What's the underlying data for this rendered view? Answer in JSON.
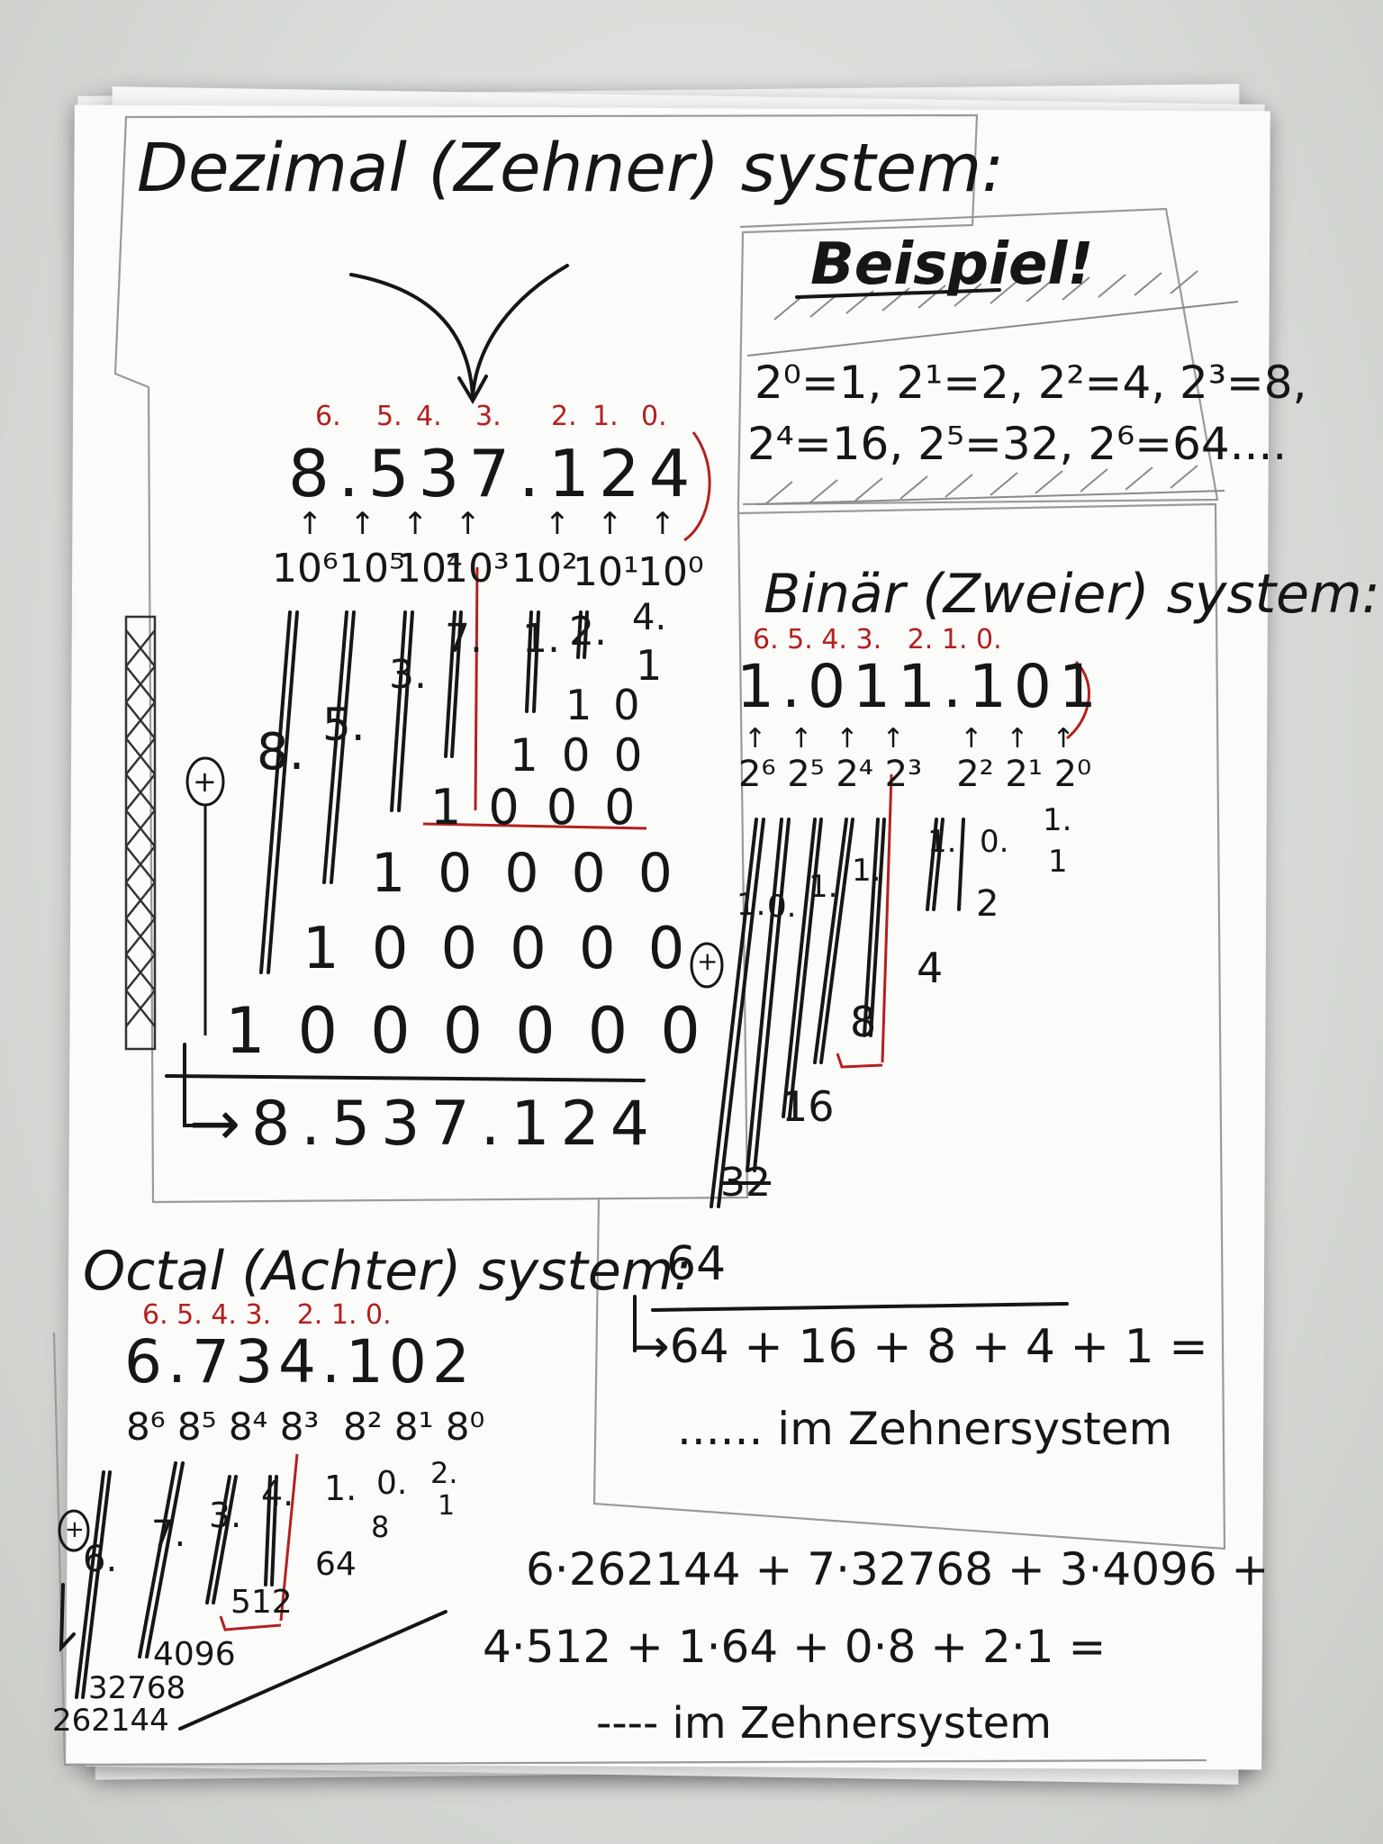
{
  "decimal": {
    "title": "Dezimal (Zehner) system:",
    "positions": [
      "6.",
      "5.",
      "4.",
      "3.",
      "2.",
      "1.",
      "0."
    ],
    "number": "8.537.124",
    "powers": [
      "10⁶",
      "10⁵",
      "10⁴",
      "10³",
      "10²",
      "10¹",
      "10⁰"
    ],
    "digits": [
      "8.",
      "5.",
      "3.",
      "7.",
      "1.",
      "2.",
      "4."
    ],
    "rows": [
      "1",
      "10",
      "100",
      "1000",
      "10000",
      "100000",
      "1000000"
    ],
    "plus": "+",
    "result": "→8.537.124"
  },
  "example": {
    "title": "Beispiel!",
    "line1": "2⁰=1, 2¹=2, 2²=4, 2³=8,",
    "line2": "2⁴=16, 2⁵=32, 2⁶=64...."
  },
  "binary": {
    "title": "Binär (Zweier) system:",
    "positions": "6. 5. 4. 3.   2. 1. 0.",
    "number": "1.011.101",
    "powers": "2⁶ 2⁵ 2⁴ 2³   2² 2¹ 2⁰",
    "digits": [
      "1.",
      "0.",
      "1.",
      "1.",
      "1.",
      "0.",
      "1."
    ],
    "values": [
      "1",
      "2",
      "4",
      "8",
      "16",
      "32",
      "64"
    ],
    "plus": "+",
    "sum": "→64 + 16 + 8 + 4 + 1 =",
    "tail": "...... im Zehnersystem"
  },
  "octal": {
    "title": "Octal (Achter) system:",
    "positions": "6. 5. 4. 3.   2. 1. 0.",
    "number": "6.734.102",
    "powers": "8⁶ 8⁵ 8⁴ 8³  8² 8¹ 8⁰",
    "digits": [
      "6.",
      "7.",
      "3.",
      "4.",
      "1.",
      "0.",
      "2."
    ],
    "values": [
      "1",
      "8",
      "64",
      "512",
      "4096",
      "32768",
      "262144"
    ],
    "plus": "+",
    "sum1": "6·262144 + 7·32768 + 3·4096 +",
    "sum2": "4·512 + 1·64 + 0·8 + 2·1 =",
    "tail": "---- im Zehnersystem"
  }
}
